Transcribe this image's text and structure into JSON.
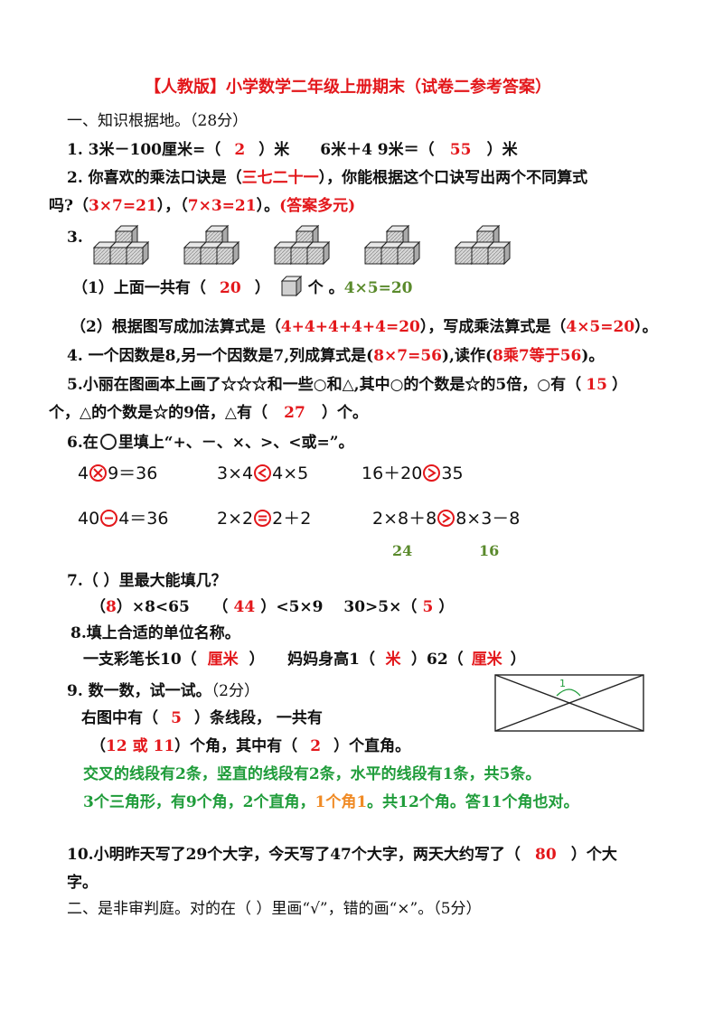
{
  "title": "【人教版】小学数学二年级上册期末（试卷二参考答案）",
  "section1": "一、知识根据地。（28分）",
  "q1": {
    "a": "1. 3米－100厘米=（",
    "ans1": "2",
    "b": "）米　　6米＋4 9米＝（",
    "ans2": "55",
    "c": "）米"
  },
  "q2": {
    "l1a": "2. 你喜欢的乘法口诀是（",
    "ans1": "三七二十一",
    "l1b": "），你能根据这个口诀写出两个不同算式",
    "l2a": "吗?（",
    "ans2": "3×7=21",
    "l2b": "），（",
    "ans3": "7×3=21",
    "l2c": "）。",
    "note": "(答案多元)"
  },
  "q3": {
    "label": "3.",
    "p1a": "（1）上面一共有（",
    "ans1": "20",
    "p1b": "）",
    "p1c": "个 。",
    "expr": "4×5=20",
    "p2a": "（2）根据图写成加法算式是（",
    "ans2": "4+4+4+4+4=20",
    "p2b": "），写成乘法算式是（",
    "ans3": "4×5=20",
    "p2c": "）。"
  },
  "q4": {
    "a": "4.  一个因数是8,另一个因数是7,列成算式是(",
    "ans1": "8×7=56",
    "b": "),读作(",
    "ans2": "8乘7等于56",
    "c": ")。"
  },
  "q5": {
    "l1a": "5.小丽在图画本上画了☆☆☆和一些○和△,其中○的个数是☆的5倍，○有（",
    "ans1": "15",
    "l1b": "）",
    "l2a": "个，△的个数是☆的9倍，△有（",
    "ans2": "27",
    "l2b": "）个。"
  },
  "q6": {
    "a": "6.在",
    "b": "里填上“+、－、×、>、<或=”。",
    "e1a": "4",
    "e1b": "9＝36",
    "e2a": "3×4",
    "e2b": "4×5",
    "e3a": "16＋20",
    "e3b": "35",
    "e4a": "40",
    "e4b": "4＝36",
    "e5a": "2×2",
    "e5b": "2＋2",
    "e6a": "2×8＋8",
    "e6b": "8×3－8",
    "v1": "24",
    "v2": "16"
  },
  "q7": {
    "label": "7.（  ）里最大能填几？",
    "a": "（",
    "ans1": "8",
    "b": "）×8<65　　（",
    "ans2": "44",
    "c": "）<5×9　 30>5×（",
    "ans3": "5",
    "d": "）"
  },
  "q8": {
    "label": "8.填上合适的单位名称。",
    "a": "一支彩笔长10（",
    "ans1": "厘米",
    "b": "）　　妈妈身高1（",
    "ans2": "米",
    "c": "）62（",
    "ans3": "厘米",
    "d": "）"
  },
  "q9": {
    "label": "9.  数一数，试一试。",
    "score": "（2分）",
    "l2a": "右图中有（",
    "ans1": "5",
    "l2b": "）条线段，  一共有",
    "l3a": "（",
    "ans2": "12 或 11",
    "l3b": "）个角，其中有（",
    "ans3": "2",
    "l3c": "）个直角。",
    "exp1": "交叉的线段有2条，竖直的线段有2条，水平的线段有1条，共5条。",
    "exp2a": "3个三角形，有9个角，2个直角，",
    "exp2b": "1个角1",
    "exp2c": "。共12个角。答11个角也对。",
    "angle_label": "1"
  },
  "q10": {
    "a": "10.小明昨天写了29个大字，今天写了47个大字，两天大约写了（",
    "ans": "80",
    "b": "）个大",
    "c": "字。"
  },
  "section2": "二、是非审判庭。对的在（ ）里画“√”，错的画“×”。（5分）",
  "colors": {
    "answer_red": "#e3171b",
    "explain_green": "#1f9c3a",
    "value_olive": "#5a8a2c",
    "highlight_orange": "#f08a24"
  }
}
